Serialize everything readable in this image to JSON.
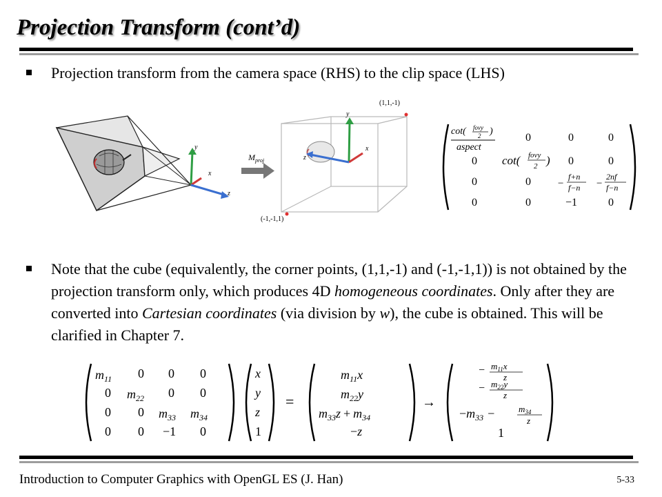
{
  "slide": {
    "title": "Projection Transform (cont’d)",
    "bullet1": "Projection transform from the camera space (RHS) to the clip space (LHS)",
    "bullet2": {
      "part1": "Note that the cube (equivalently, the corner points, (1,1,-1) and (-1,-1,1)) is not obtained by the projection transform only, which produces 4D ",
      "em1": "homogeneous coordinates",
      "part2": ". Only after they are converted into ",
      "em2": "Cartesian coordinates",
      "part3": " (via division by ",
      "em3": "w",
      "part4": "), the cube is obtained. This will be clarified in Chapter 7."
    }
  },
  "figure": {
    "arrow_label_main": "M",
    "arrow_label_sub": "proj",
    "axis_y": "y",
    "axis_x": "x",
    "axis_z": "z",
    "corner_top": "(1,1,-1)",
    "corner_bottom": "(-1,-1,1)"
  },
  "proj_matrix": {
    "r0c0_num": "cot(",
    "r0c0_frac_num": "fovy",
    "r0c0_frac_den": "2",
    "r0c0_close": ")",
    "r0c0_den": "aspect",
    "r1c1_pre": "cot(",
    "r1c1_num": "fovy",
    "r1c1_den": "2",
    "r1c1_close": ")",
    "r2c2_sign": "−",
    "r2c2_num": "f+n",
    "r2c2_den": "f−n",
    "r2c3_sign": "−",
    "r2c3_num": "2nf",
    "r2c3_den": "f−n",
    "r3c2": "−1",
    "zero": "0"
  },
  "eq_matrix": {
    "m": "m",
    "sub11": "11",
    "sub22": "22",
    "sub33": "33",
    "sub34": "34",
    "zero": "0",
    "neg1": "−1",
    "x": "x",
    "y": "y",
    "z": "z",
    "one": "1",
    "equals": "=",
    "arrow": "→",
    "plus": "+",
    "neg": "−"
  },
  "footer": {
    "text": "Introduction to Computer Graphics with OpenGL ES (J. Han)",
    "page": "5-33"
  }
}
